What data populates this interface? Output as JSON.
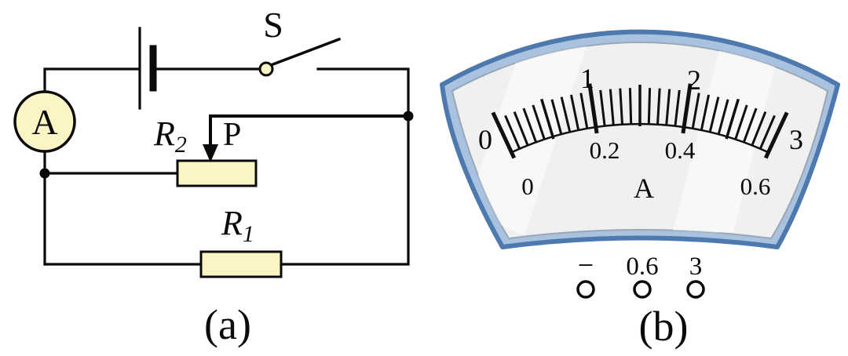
{
  "panel_a": {
    "caption": "(a)",
    "ammeter_label": "A",
    "switch_label": "S",
    "rheostat": {
      "symbol": "R",
      "subscript": "2"
    },
    "slider_label": "P",
    "resistor": {
      "symbol": "R",
      "subscript": "1"
    }
  },
  "panel_b": {
    "caption": "(b)",
    "unit_label": "A",
    "outer_scale_labels": [
      "0",
      "1",
      "2",
      "3"
    ],
    "inner_scale_labels": [
      "0",
      "0.2",
      "0.4",
      "0.6"
    ],
    "divisions": 30,
    "terminals": [
      {
        "label": "−"
      },
      {
        "label": "0.6"
      },
      {
        "label": "3"
      }
    ],
    "colors": {
      "border": "#4E79AE",
      "band": "#A9C2DF",
      "face": "#F0F0F0"
    }
  },
  "component_fill": "#FBF5C5",
  "line_color": "#000000"
}
